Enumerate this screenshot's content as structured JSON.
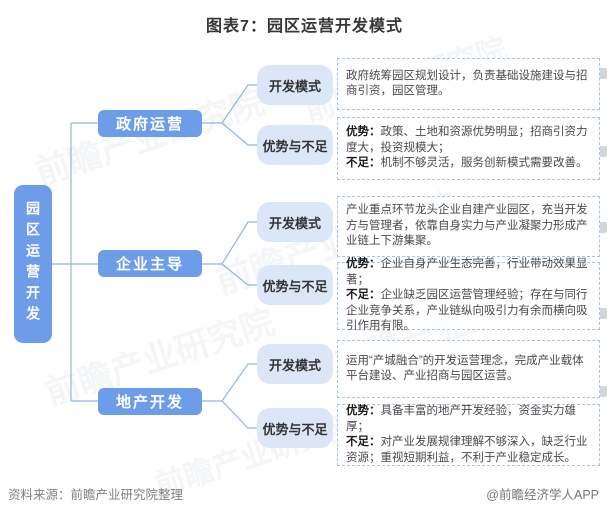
{
  "title": "图表7：园区运营开发模式",
  "root": {
    "label": "园区运营开发"
  },
  "groups": [
    {
      "branch": "政府运营",
      "mode": {
        "label": "开发模式",
        "text": "政府统筹园区规划设计，负责基础设施建设与招商引资，园区管理。"
      },
      "pros_cons": {
        "label": "优势与不足",
        "advantage_label": "优势：",
        "advantage": "政策、土地和资源优势明显；招商引资力度大，投资规模大；",
        "disadvantage_label": "不足：",
        "disadvantage": "机制不够灵活，服务创新模式需要改善。"
      }
    },
    {
      "branch": "企业主导",
      "mode": {
        "label": "开发模式",
        "text": "产业重点环节龙头企业自建产业园区，充当开发方与管理者，依靠自身实力与产业凝聚力形成产业链上下游集聚。"
      },
      "pros_cons": {
        "label": "优势与不足",
        "advantage_label": "优势：",
        "advantage": "企业自身产业生态完善，行业带动效果显著；",
        "disadvantage_label": "不足：",
        "disadvantage": "企业缺乏园区运营管理经验；存在与同行企业竞争关系，产业链纵向吸引力有余而横向吸引作用有限。"
      }
    },
    {
      "branch": "地产开发",
      "mode": {
        "label": "开发模式",
        "text": "运用“产城融合”的开发运营理念，完成产业载体平台建设、产业招商与园区运营。"
      },
      "pros_cons": {
        "label": "优势与不足",
        "advantage_label": "优势：",
        "advantage": "具备丰富的地产开发经验，资金实力雄厚；",
        "disadvantage_label": "不足：",
        "disadvantage": "对产业发展规律理解不够深入，缺乏行业资源；重视短期利益，不利于产业稳定成长。"
      }
    }
  ],
  "footer": {
    "source": "资料来源：前瞻产业研究院整理",
    "credit": "@前瞻经济学人APP"
  },
  "watermark": "前瞻产业研究院",
  "colors": {
    "node_blue": "#6d9ce8",
    "node_light_blue": "#dbe7f6",
    "connector_line": "#93b4e2",
    "box_border_dashed": "#a5c3e8",
    "footer_gray": "#808080"
  }
}
